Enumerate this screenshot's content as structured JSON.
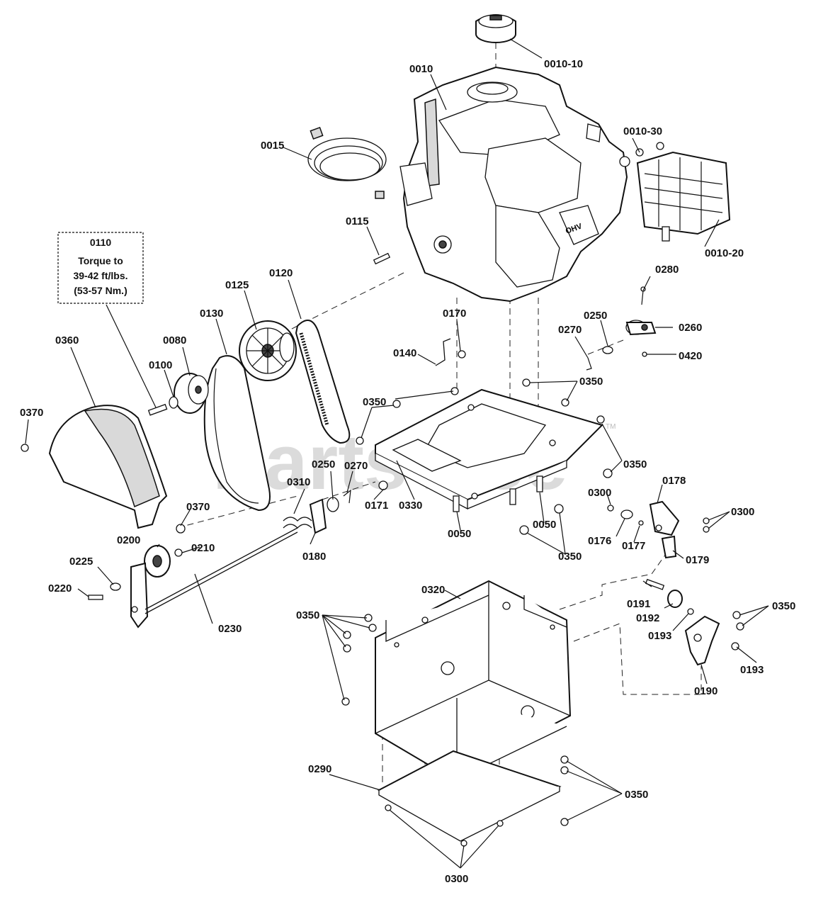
{
  "watermark": "PartsTree",
  "note": {
    "part": "0110",
    "lines": [
      "Torque to",
      "39-42 ft/lbs.",
      "(53-57 Nm.)"
    ]
  },
  "callouts": {
    "c0010_10": "0010-10",
    "c0010": "0010",
    "c0010_30": "0010-30",
    "c0010_20": "0010-20",
    "c0015": "0015",
    "c0115": "0115",
    "c0120": "0120",
    "c0125": "0125",
    "c0130": "0130",
    "c0080": "0080",
    "c0100": "0100",
    "c0360": "0360",
    "c0370a": "0370",
    "c0370b": "0370",
    "c0280": "0280",
    "c0260": "0260",
    "c0250a": "0250",
    "c0270a": "0270",
    "c0420": "0420",
    "c0170": "0170",
    "c0140": "0140",
    "c0350a": "0350",
    "c0350b": "0350",
    "c0350c": "0350",
    "c0350d": "0350",
    "c0350e": "0350",
    "c0350f": "0350",
    "c0350g": "0350",
    "c0250b": "0250",
    "c0270b": "0270",
    "c0310": "0310",
    "c0171": "0171",
    "c0330": "0330",
    "c0050a": "0050",
    "c0050b": "0050",
    "c0300a": "0300",
    "c0300b": "0300",
    "c0300c": "0300",
    "c0178": "0178",
    "c0176": "0176",
    "c0177": "0177",
    "c0179": "0179",
    "c0180": "0180",
    "c0200": "0200",
    "c0210": "0210",
    "c0225": "0225",
    "c0220": "0220",
    "c0230": "0230",
    "c0320": "0320",
    "c0191": "0191",
    "c0192": "0192",
    "c0193a": "0193",
    "c0193b": "0193",
    "c0190": "0190",
    "c0290": "0290"
  },
  "trademark": "TM"
}
